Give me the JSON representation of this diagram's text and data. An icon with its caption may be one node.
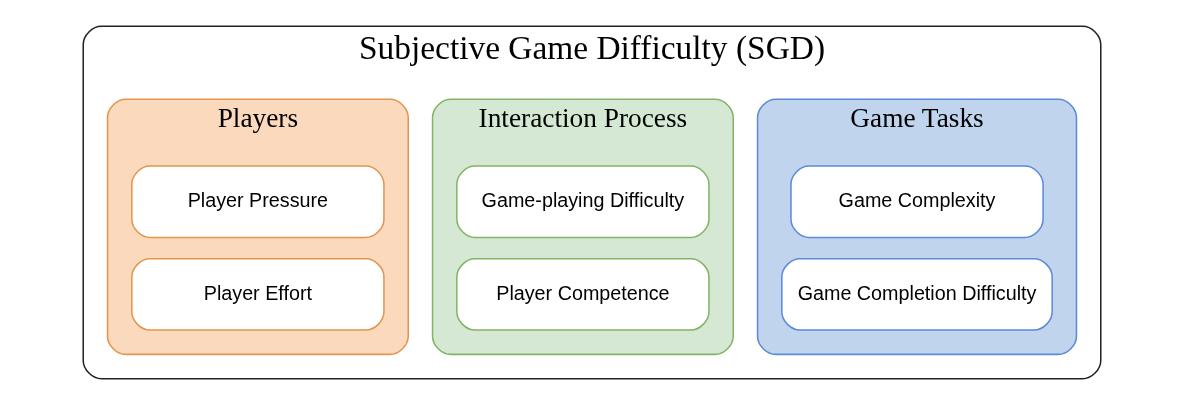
{
  "diagram": {
    "nodes": [
      {
        "text": [
          "Subjective Game Difficulty (SGD)"
        ]
      },
      {
        "text": [
          "Game Tasks"
        ],
        "in": 0
      },
      {
        "text": [
          "Game Complexity"
        ],
        "in": 1
      },
      {
        "text": [
          "Game Completion Difficulty"
        ],
        "in": 1
      },
      {
        "text": [
          "Interaction Process"
        ],
        "in": 0
      },
      {
        "text": [
          "Game-playing Difficulty"
        ],
        "in": 4
      },
      {
        "text": [
          "Player Competence"
        ],
        "in": 4
      },
      {
        "text": [
          "Players"
        ],
        "in": 0
      },
      {
        "text": [
          "Player Pressure"
        ],
        "in": 7
      },
      {
        "text": [
          "Player Effort"
        ],
        "in": 7
      }
    ]
  }
}
